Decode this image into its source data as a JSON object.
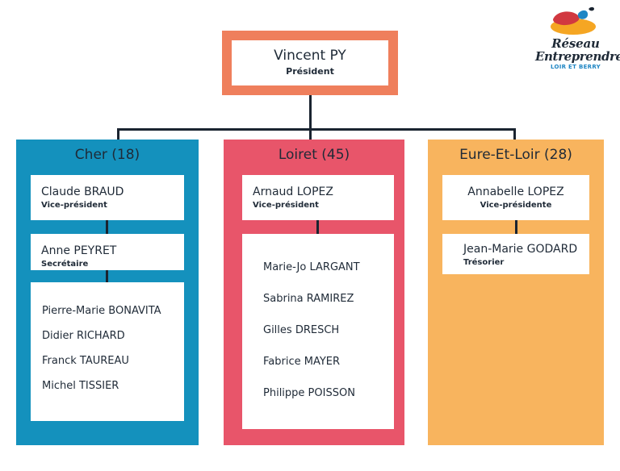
{
  "logo": {
    "icon": "reseau-entreprendre-logo-mark",
    "line1": "Réseau",
    "line2": "Entreprendre",
    "line3": "LOIR ET BERRY",
    "colors": {
      "red": "#d13840",
      "orange": "#f5a623",
      "blue": "#1f86c4",
      "text": "#1f2a37"
    }
  },
  "president": {
    "name": "Vincent PY",
    "role": "Président",
    "accent": "#ef7f5c"
  },
  "columns": [
    {
      "id": "cher",
      "title": "Cher (18)",
      "accent": "#1491bd",
      "cards": [
        {
          "name": "Claude BRAUD",
          "role": "Vice-président"
        },
        {
          "name": "Anne PEYRET",
          "role": "Secrétaire"
        }
      ],
      "members": [
        "Pierre-Marie BONAVITA",
        "Didier RICHARD",
        "Franck TAUREAU",
        "Michel TISSIER"
      ]
    },
    {
      "id": "loiret",
      "title": "Loiret (45)",
      "accent": "#e8556a",
      "cards": [
        {
          "name": "Arnaud LOPEZ",
          "role": "Vice-président"
        }
      ],
      "members": [
        "Marie-Jo LARGANT",
        "Sabrina RAMIREZ",
        "Gilles DRESCH",
        "Fabrice MAYER",
        "Philippe POISSON"
      ]
    },
    {
      "id": "eure-et-loir",
      "title": "Eure-Et-Loir (28)",
      "accent": "#f8b45e",
      "cards": [
        {
          "name": "Annabelle LOPEZ",
          "role": "Vice-présidente"
        },
        {
          "name": "Jean-Marie GODARD",
          "role": "Trésorier"
        }
      ],
      "members": []
    }
  ],
  "connector_color": "#1a2430"
}
